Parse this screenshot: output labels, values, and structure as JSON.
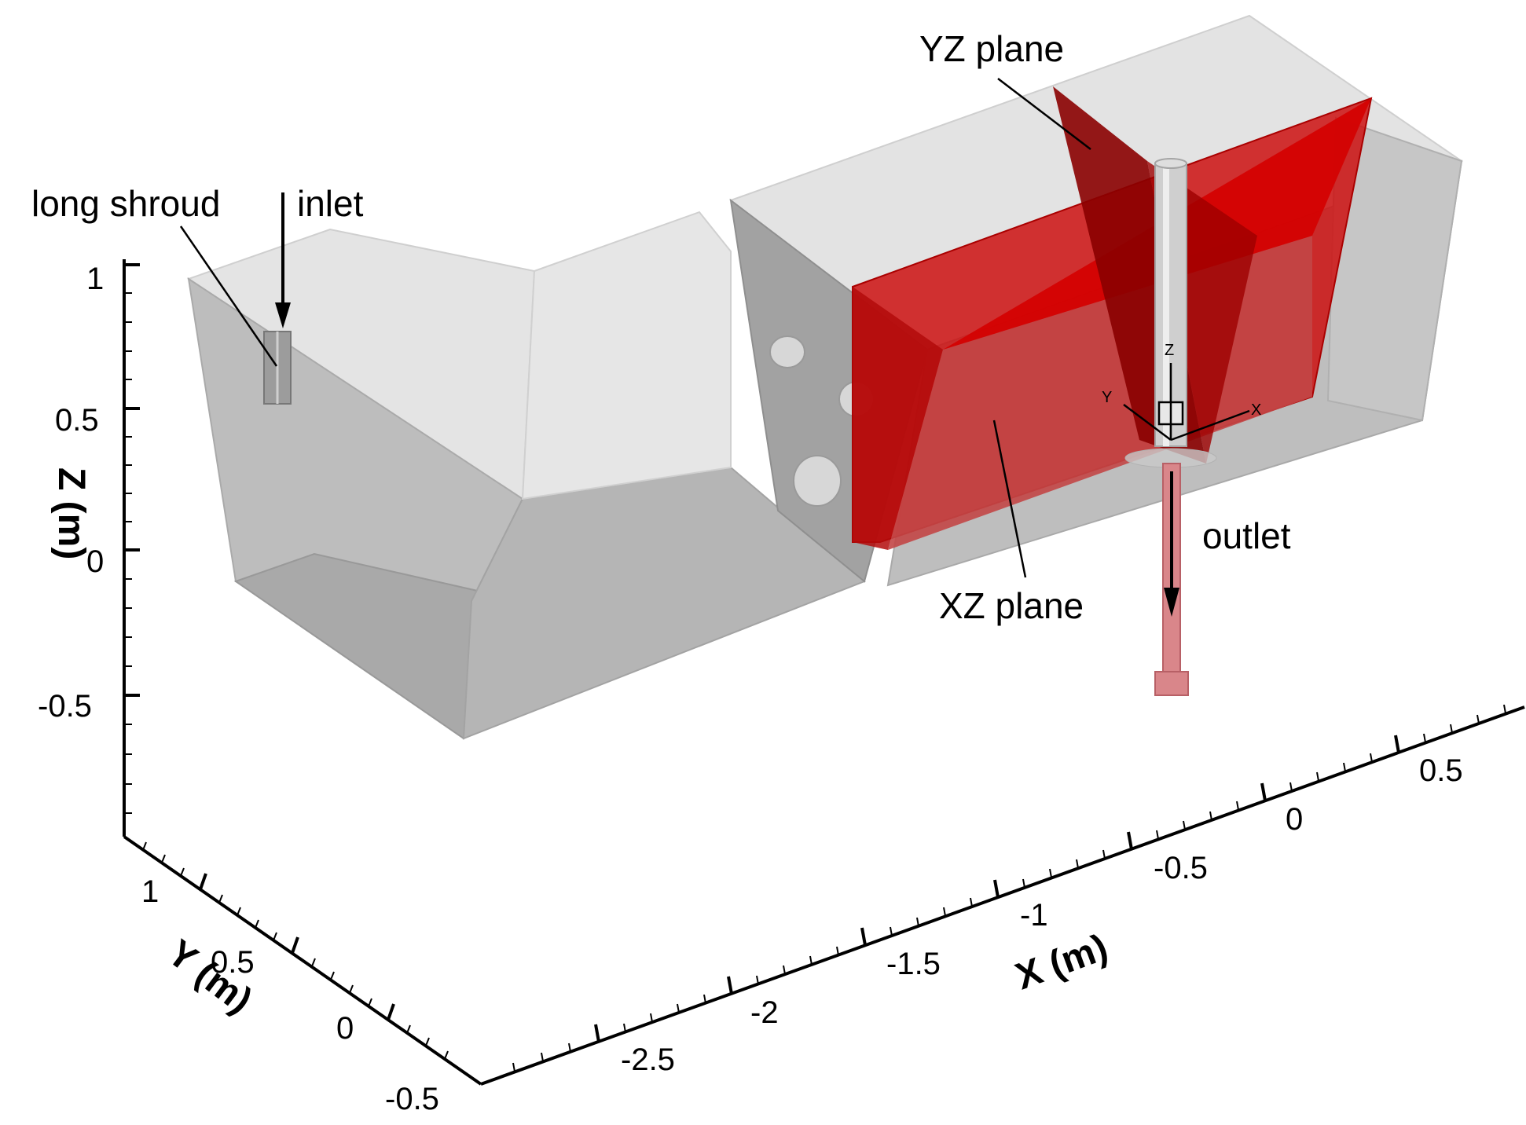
{
  "annotations": {
    "long_shroud": "long shroud",
    "inlet": "inlet",
    "yz_plane": "YZ plane",
    "xz_plane": "XZ plane",
    "outlet": "outlet"
  },
  "axes": {
    "z": {
      "title": "Z (m)",
      "ticks": [
        "1",
        "0.5",
        "0",
        "-0.5"
      ]
    },
    "y": {
      "title": "Y (m)",
      "ticks": [
        "1",
        "0.5",
        "0",
        "-0.5"
      ]
    },
    "x": {
      "title": "X (m)",
      "ticks": [
        "-2.5",
        "-2",
        "-1.5",
        "-1",
        "-0.5",
        "0",
        "0.5"
      ]
    }
  },
  "triad": {
    "x": "X",
    "y": "Y",
    "z": "Z"
  },
  "colors": {
    "tundish_top": "#e6e6e6",
    "tundish_side": "#b9b9b9",
    "tundish_dark": "#a4a4a4",
    "plane_red": "#cc0000",
    "plane_dark_red": "#8a0000",
    "outlet_pink": "#d9868a"
  }
}
